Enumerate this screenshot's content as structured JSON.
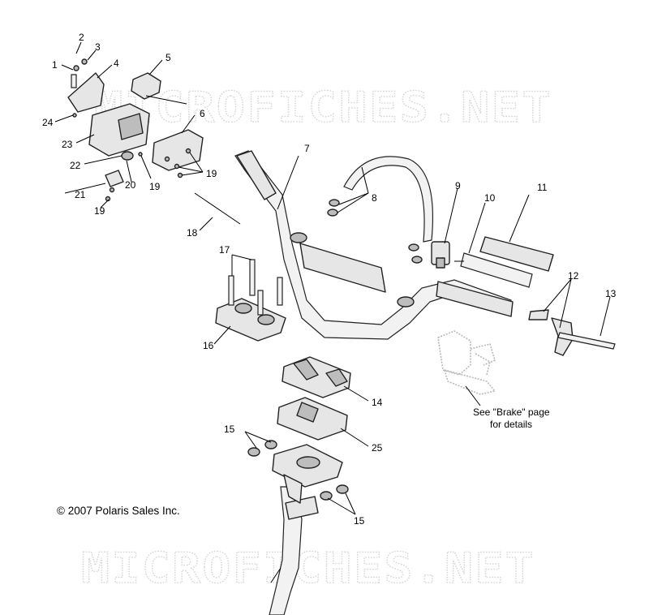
{
  "watermark": "MICROFICHES.NET",
  "copyright": "© 2007 Polaris Sales Inc.",
  "note": {
    "line1": "See \"Brake\" page",
    "line2": "for details"
  },
  "callouts": [
    "1",
    "2",
    "3",
    "4",
    "5",
    "6",
    "7",
    "8",
    "9",
    "10",
    "11",
    "12",
    "13",
    "14",
    "15",
    "15",
    "16",
    "17",
    "18",
    "19",
    "19",
    "19",
    "20",
    "21",
    "22",
    "23",
    "24",
    "25"
  ]
}
